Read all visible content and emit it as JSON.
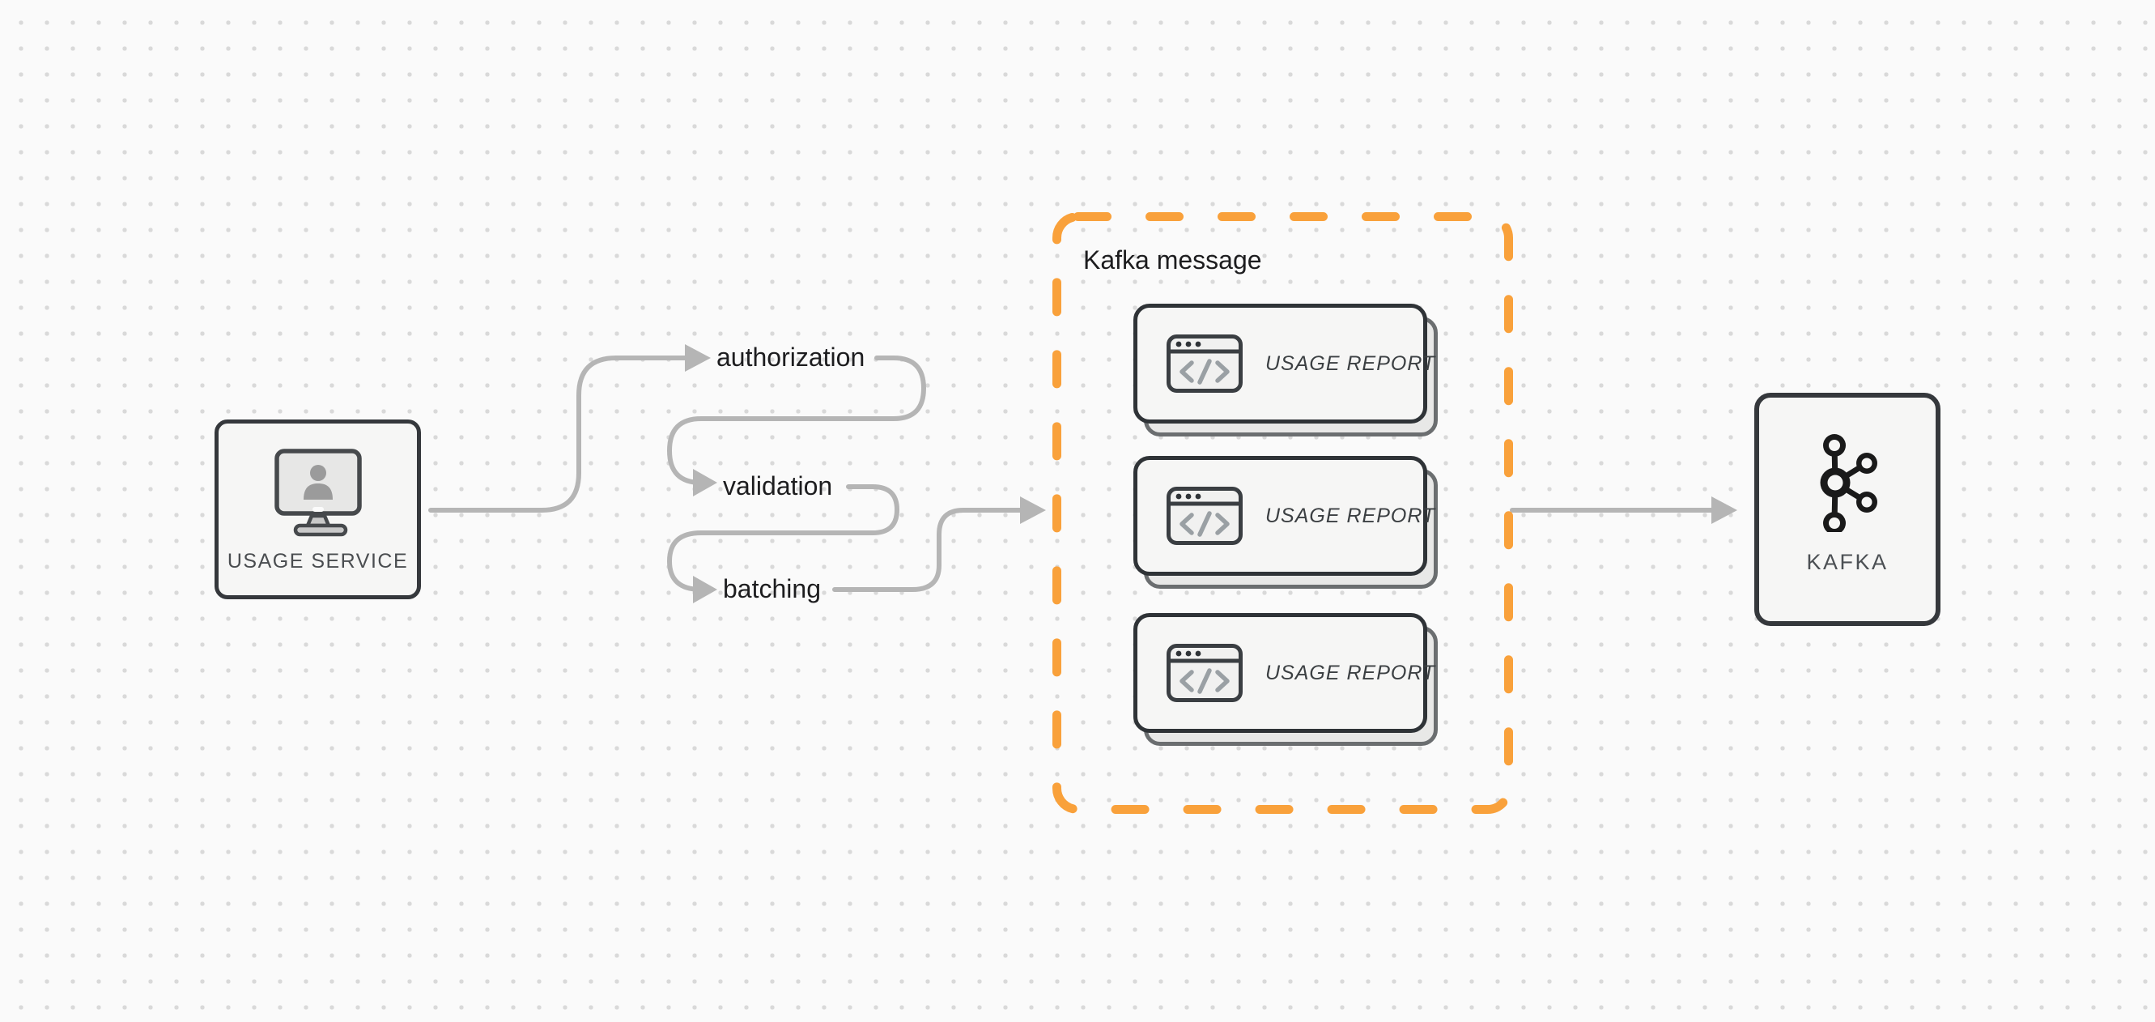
{
  "diagram": {
    "title": "Usage reporting pipeline to Kafka",
    "background": "#fafafa",
    "dot_grid_color": "#d9d9d9"
  },
  "colors": {
    "connector_gray": "#b5b5b5",
    "node_border_dark": "#35383c",
    "node_fill": "#f6f6f5",
    "card_shadow_border": "#6b6e70",
    "card_shadow_fill": "#e8e8e7",
    "accent_orange": "#f9a13b",
    "text_dark": "#1d1d1f",
    "text_muted": "#4a4d50",
    "icon_gray": "#9b9b9b"
  },
  "usage_service": {
    "label": "USAGE SERVICE",
    "icon": "user-monitor-icon"
  },
  "pipeline_steps": [
    {
      "label": "authorization"
    },
    {
      "label": "validation"
    },
    {
      "label": "batching"
    }
  ],
  "kafka_message_group": {
    "title": "Kafka message",
    "border_style": "dashed-orange",
    "cards": [
      {
        "label": "USAGE REPORT",
        "icon": "code-window-icon"
      },
      {
        "label": "USAGE REPORT",
        "icon": "code-window-icon"
      },
      {
        "label": "USAGE REPORT",
        "icon": "code-window-icon"
      }
    ]
  },
  "kafka": {
    "label": "KAFKA",
    "icon": "kafka-logo-icon"
  }
}
